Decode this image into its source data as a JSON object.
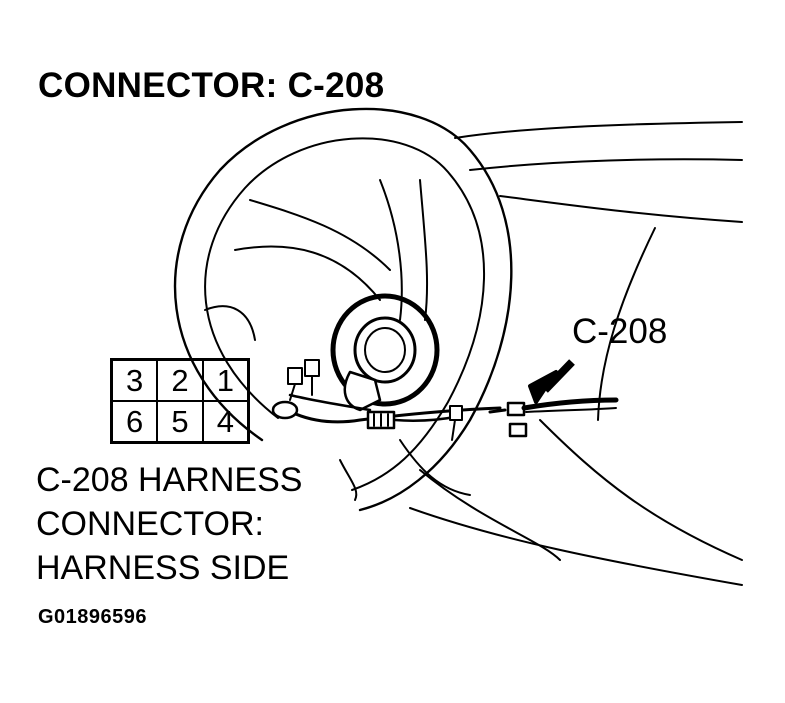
{
  "title": "CONNECTOR: C-208",
  "callout_label": "C-208",
  "connector_face": {
    "pins_top_row": [
      "3",
      "2",
      "1"
    ],
    "pins_bottom_row": [
      "6",
      "5",
      "4"
    ]
  },
  "caption": {
    "line1": "C-208 HARNESS",
    "line2": "CONNECTOR:",
    "line3": "HARNESS SIDE"
  },
  "figure_id": "G01896596"
}
